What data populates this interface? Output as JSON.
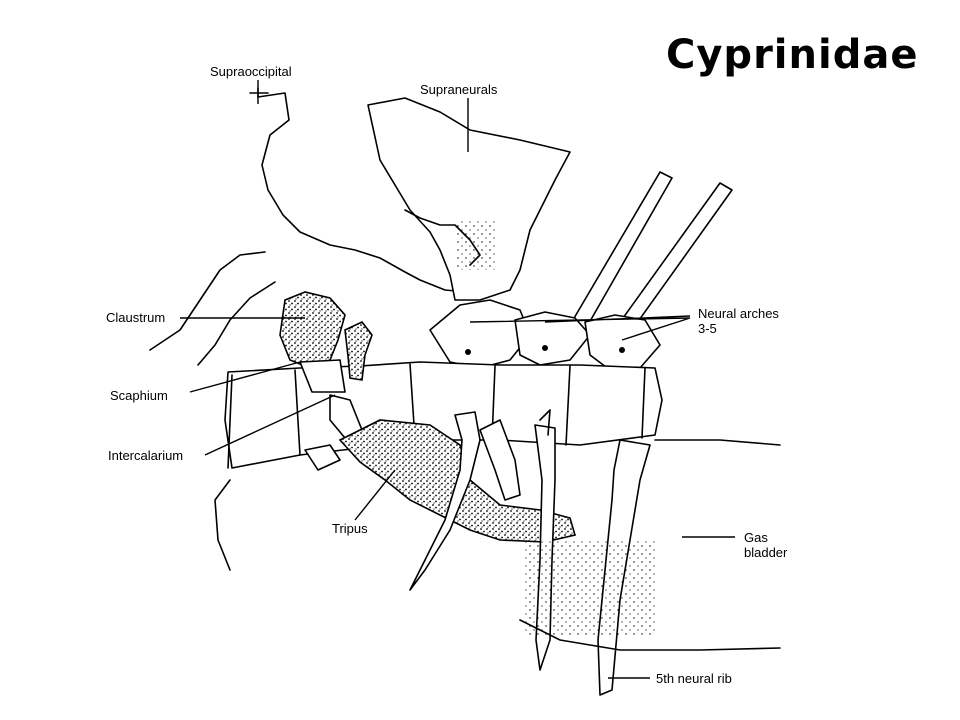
{
  "title": "Cyprinidae",
  "labels": {
    "supraoccipital": "Supraoccipital",
    "supraneurals": "Supraneurals",
    "claustrum": "Claustrum",
    "neural_arches_1": "Neural arches",
    "neural_arches_2": "3-5",
    "scaphium": "Scaphium",
    "intercalarium": "Intercalarium",
    "tripus": "Tripus",
    "gas_bladder_1": "Gas",
    "gas_bladder_2": "bladder",
    "fifth_neural_rib": "5th neural rib"
  }
}
